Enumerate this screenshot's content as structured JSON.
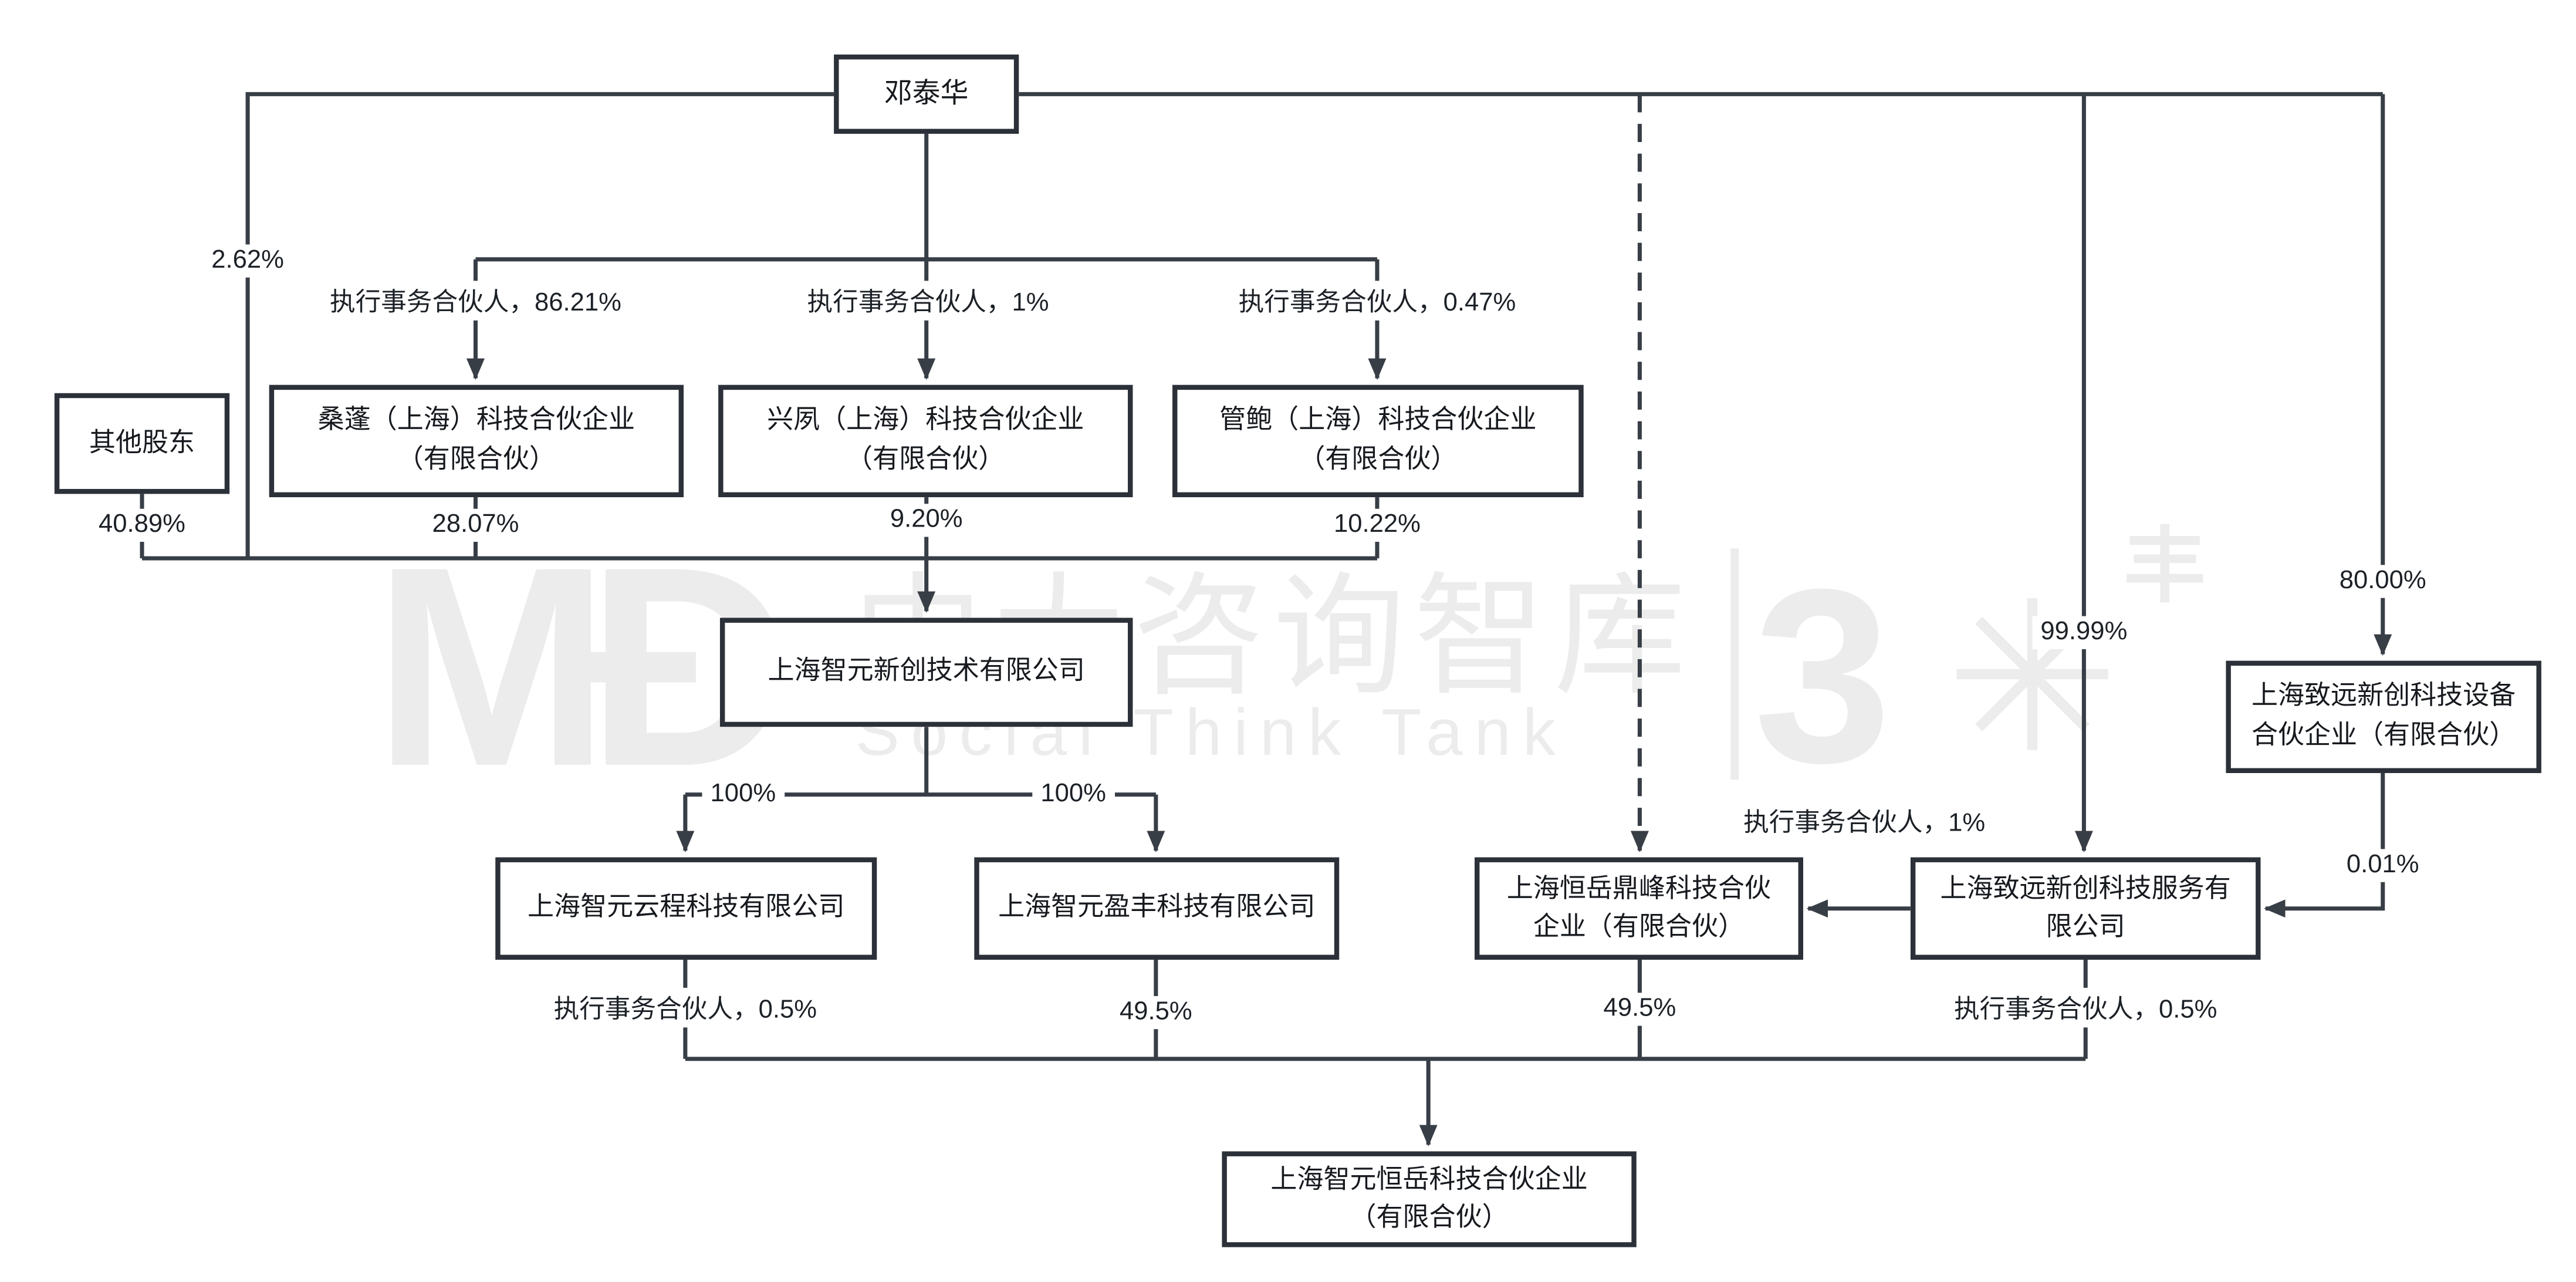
{
  "watermark": {
    "logo": "MÐ",
    "cn": "中大咨询智库",
    "en": "Social Think Tank",
    "numeral": "3",
    "starburst_icon": "✳",
    "plus_icon": "丰"
  },
  "nodes": {
    "dengtaihua": {
      "label": "邓泰华"
    },
    "other_shareholders": {
      "label": "其他股东"
    },
    "sangpeng": {
      "line1": "桑蓬（上海）科技合伙企业",
      "line2": "（有限合伙）"
    },
    "xingsu": {
      "line1": "兴夙（上海）科技合伙企业",
      "line2": "（有限合伙）"
    },
    "guanbao": {
      "line1": "管鲍（上海）科技合伙企业",
      "line2": "（有限合伙）"
    },
    "zhiyuan_xinchuang_tech": {
      "label": "上海智元新创技术有限公司"
    },
    "zhiyuan_yuncheng": {
      "label": "上海智元云程科技有限公司"
    },
    "zhiyuan_yingfeng": {
      "label": "上海智元盈丰科技有限公司"
    },
    "hengyue_dingfeng": {
      "line1": "上海恒岳鼎峰科技合伙",
      "line2": "企业（有限合伙）"
    },
    "zhiyuan_xinchuang_service": {
      "line1": "上海致远新创科技服务有",
      "line2": "限公司"
    },
    "zhiyuan_xinchuang_equipment": {
      "line1": "上海致远新创科技设备",
      "line2": "合伙企业（有限合伙）"
    },
    "zhiyuan_hengyue": {
      "line1": "上海智元恒岳科技合伙企业",
      "line2": "（有限合伙）"
    }
  },
  "edge_labels": {
    "pct_262": "2.62%",
    "gp_8621": "执行事务合伙人，86.21%",
    "gp_1_top": "执行事务合伙人，1%",
    "gp_047": "执行事务合伙人，0.47%",
    "pct_4089": "40.89%",
    "pct_2807": "28.07%",
    "pct_920": "9.20%",
    "pct_1022": "10.22%",
    "pct_8000": "80.00%",
    "pct_9999": "99.99%",
    "pct_100_left": "100%",
    "pct_100_right": "100%",
    "gp_1_mid": "执行事务合伙人，1%",
    "pct_001": "0.01%",
    "gp_05_left": "执行事务合伙人，0.5%",
    "pct_495_left": "49.5%",
    "pct_495_right": "49.5%",
    "gp_05_right": "执行事务合伙人，0.5%"
  }
}
